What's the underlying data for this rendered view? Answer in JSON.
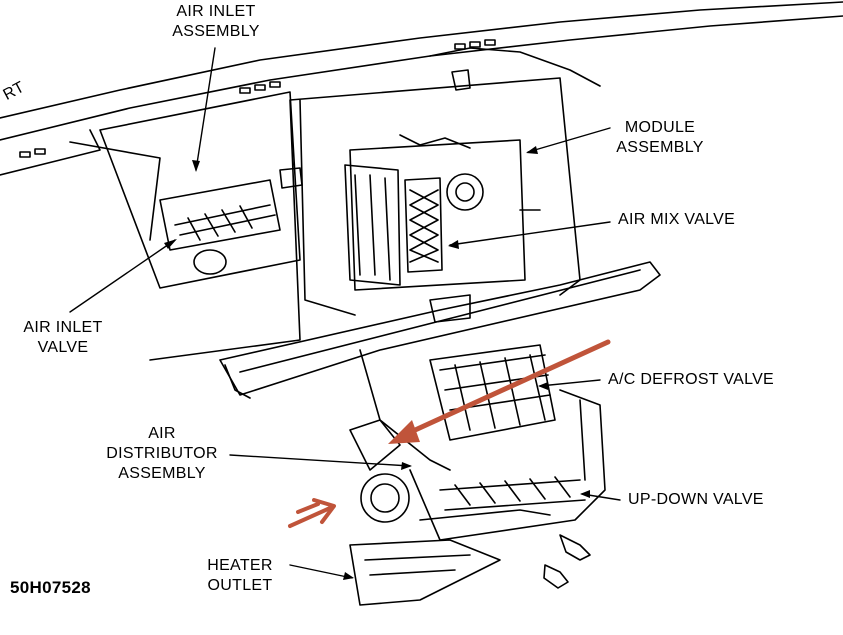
{
  "labels": {
    "air_inlet_assembly": [
      "AIR INLET",
      "ASSEMBLY"
    ],
    "module_assembly": [
      "MODULE",
      "ASSEMBLY"
    ],
    "air_mix_valve": "AIR MIX VALVE",
    "air_inlet_valve": [
      "AIR INLET",
      "VALVE"
    ],
    "ac_defrost_valve": "A/C DEFROST VALVE",
    "air_distributor_assembly": [
      "AIR",
      "DISTRIBUTOR",
      "ASSEMBLY"
    ],
    "up_down_valve": "UP-DOWN VALVE",
    "heater_outlet": [
      "HEATER",
      "OUTLET"
    ],
    "figure_code": "50H07528",
    "edge_fragment": "RT"
  },
  "colors": {
    "line": "#000000",
    "arrow": "#c0543a",
    "background": "#ffffff"
  }
}
